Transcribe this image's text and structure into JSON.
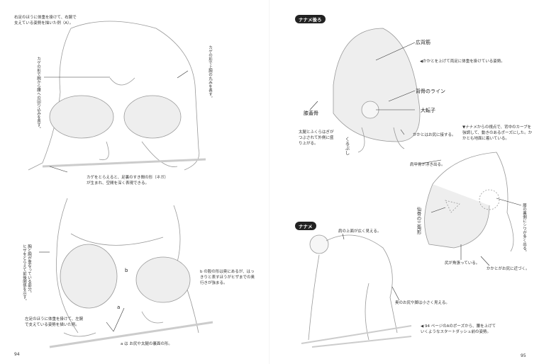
{
  "left_page": {
    "page_number": "94",
    "caption_top": "右足のほうに体重を掛けて、右腕で\n支えている姿勢を描いた例（A）。",
    "note_arm_waist": "カゲの形で腕から腰への回り込みを表す。",
    "note_upper_arm": "カゲの形で上腕の丸みを表す。",
    "note_shadow": "カゲをとらえると、足裏のすき間の形（ネガ）\nが生まれ、空間を深く表現できる。",
    "note_knee": "胸と腕が重なっている部分。\nヒザをとらえて前後関係を示す。",
    "caption_bottom": "左足のほうに体重を掛けて、左腕\nで支えている姿勢を描いた例。",
    "note_b": "b の股の形は奥にあるが、はっ\nきりと表すほうがヒザまでの奥\n行きが強まる。",
    "note_a": "a は お尻や太腿の裏面の形。",
    "label_a": "a",
    "label_b": "b"
  },
  "right_page": {
    "page_number": "95",
    "badge_back": "ナナメ後ろ",
    "badge_diag": "ナナメ",
    "label_latissimus": "広背筋",
    "label_spine": "背骨のライン",
    "label_trochanter": "大転子",
    "label_patella": "膝蓋骨",
    "label_calf": "くるぶし",
    "note_heels_up": "◀かかとを上げて両足に体重を掛けている姿勢。",
    "note_thigh_calf": "太腿とふくらはぎが\nつぶされて外側に盛\nり上がる。",
    "note_heel_hip": "かかとはお尻に接する。",
    "note_diag_view": "▼ナナメからの視点で、背中のカーブを\n強調して、動きのあるポーズにした。か\nかとも地面に着いている。",
    "note_scapula": "肩甲骨が浮き出る。",
    "label_sacrum": "仙骨の三角形",
    "note_crease": "膝の裏側にシワが多く出る。",
    "note_tiptoe": "尻が角張っている。",
    "note_heel_near": "かかとがお尻に近づく。",
    "note_back_wide": "肩の上面が広く見える。",
    "note_hip_small": "奥のお尻や脚は小さく見える。",
    "note_start_dash": "◀ 94 ページのAのポーズから、腰を上げて\nいくようなスタートダッシュ前の姿勢。"
  }
}
